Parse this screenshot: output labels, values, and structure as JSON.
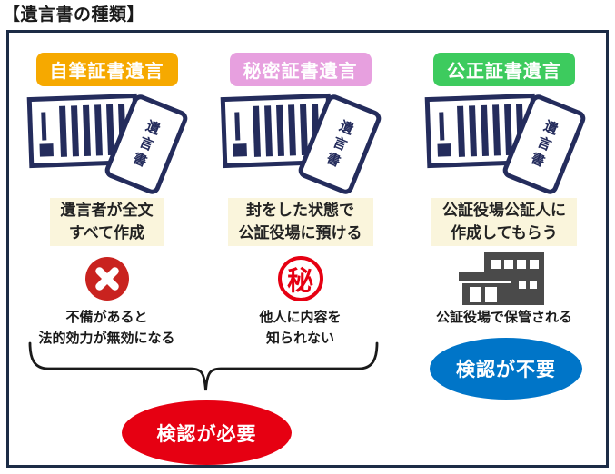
{
  "title": "【遺言書の種類】",
  "columns": [
    {
      "id": "jihitsu",
      "badge": "自筆証書遺言",
      "badge_color": "#F6A900",
      "doc_label": "遺言書",
      "description_line1": "遺言者が全文",
      "description_line2": "すべて作成",
      "icon": "x-circle-icon",
      "caption_line1": "不備があると",
      "caption_line2": "法的効力が無効になる"
    },
    {
      "id": "himitsu",
      "badge": "秘密証書遺言",
      "badge_color": "#E7A0DF",
      "doc_label": "遺言書",
      "description_line1": "封をした状態で",
      "description_line2": "公証役場に預ける",
      "icon": "secret-seal-icon",
      "seal_char": "秘",
      "caption_line1": "他人に内容を",
      "caption_line2": "知られない"
    },
    {
      "id": "kousei",
      "badge": "公正証書遺言",
      "badge_color": "#3DCB5E",
      "doc_label": "遺言書",
      "description_line1": "公証役場公証人に",
      "description_line2": "作成してもらう",
      "icon": "building-icon",
      "caption_line1": "公証役場で保管される",
      "caption_line2": ""
    }
  ],
  "probate_required": {
    "label": "検認が必要",
    "color": "#E60012"
  },
  "probate_not_required": {
    "label": "検認が不要",
    "color": "#0075C8"
  },
  "colors": {
    "frame_border": "#1C2C46",
    "document_navy": "#242C5C",
    "description_bg": "#FAF5DC",
    "error_red": "#C9231F",
    "seal_red": "#E60012",
    "building_gray": "#4A4A4A",
    "bracket_black": "#1A1A1A"
  }
}
